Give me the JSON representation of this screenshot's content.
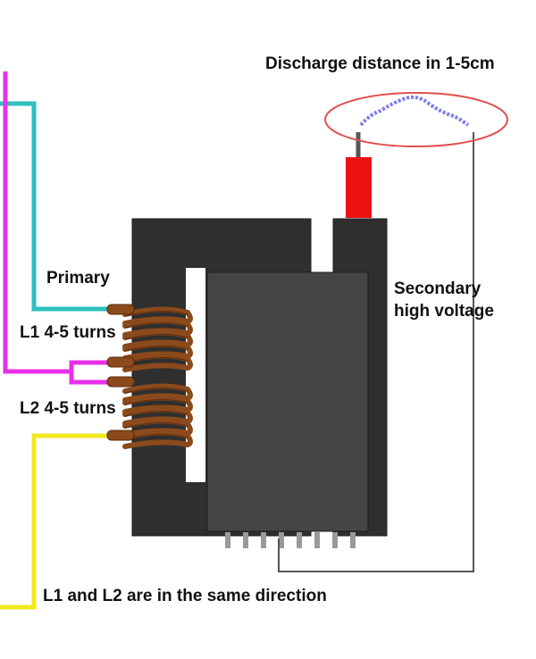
{
  "labels": {
    "discharge": "Discharge distance in 1-5cm",
    "primary": "Primary",
    "secondary_line1": "Secondary",
    "secondary_line2": "high voltage",
    "l1": "L1 4-5 turns",
    "l2": "L2 4-5 turns",
    "direction_note": "L1 and L2 are in the same direction"
  },
  "colors": {
    "background": "#ffffff",
    "core": "#2f2f2f",
    "core_edge": "#1e1e1e",
    "inner_block": "#454545",
    "slot": "#ffffff",
    "coil": "#8b4a1c",
    "coil_dark": "#5a2c0c",
    "primary_wire_cyan": "#2ebfc0",
    "primary_wire_magenta": "#e830e8",
    "primary_wire_yellow": "#f2e81c",
    "hv_wire": "#555555",
    "hv_cap": "#ee1111",
    "arc": "#7b7bf0",
    "discharge_ellipse": "#e05050",
    "pins": "#9a9a9a"
  },
  "icons": [
    "flyback-transformer-icon",
    "spark-gap-icon"
  ]
}
